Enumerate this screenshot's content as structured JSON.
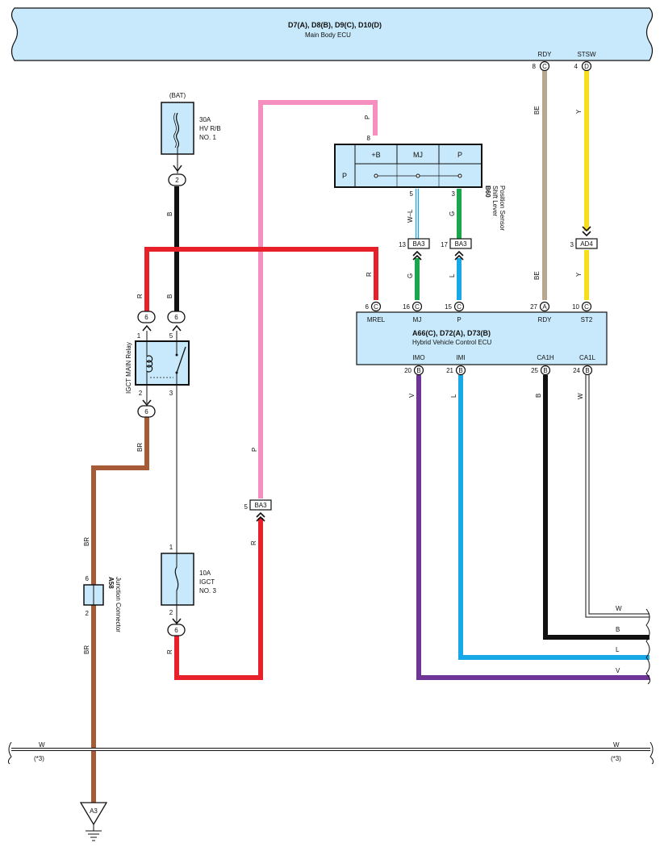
{
  "main_ecu": {
    "codes": "D7(A), D8(B), D9(C), D10(D)",
    "name": "Main Body ECU"
  },
  "top_pins": [
    {
      "label": "RDY",
      "num": "8",
      "conn": "C"
    },
    {
      "label": "STSW",
      "num": "4",
      "conn": "D"
    }
  ],
  "bat": {
    "label": "(BAT)",
    "fuse_amp": "30A",
    "fuse_line2": "HV R/B",
    "fuse_line3": "NO. 1",
    "pin_bottom": "2"
  },
  "shift_sensor": {
    "code": "B60",
    "name_line1": "Shift Lever",
    "name_line2": "Position Sensor",
    "cols": [
      "+B",
      "MJ",
      "P"
    ],
    "row_label": "P",
    "pin_top": "8",
    "pin_mj": "5",
    "pin_p": "3"
  },
  "connectors": {
    "ba3_13": {
      "num": "13",
      "label": "BA3"
    },
    "ba3_17": {
      "num": "17",
      "label": "BA3"
    },
    "ad4_3": {
      "num": "3",
      "label": "AD4"
    },
    "ba3_5": {
      "num": "5",
      "label": "BA3"
    }
  },
  "hv_ecu": {
    "codes": "A66(C), D72(A), D73(B)",
    "name": "Hybrid Vehicle Control ECU",
    "top_pins": [
      {
        "label": "MREL",
        "num": "6",
        "conn": "C"
      },
      {
        "label": "MJ",
        "num": "16",
        "conn": "C"
      },
      {
        "label": "P",
        "num": "15",
        "conn": "C"
      },
      {
        "label": "RDY",
        "num": "27",
        "conn": "A"
      },
      {
        "label": "ST2",
        "num": "10",
        "conn": "C"
      }
    ],
    "bottom_pins": [
      {
        "label": "IMO",
        "num": "20",
        "conn": "B"
      },
      {
        "label": "IMI",
        "num": "21",
        "conn": "B"
      },
      {
        "label": "CA1H",
        "num": "25",
        "conn": "B"
      },
      {
        "label": "CA1L",
        "num": "24",
        "conn": "B"
      }
    ]
  },
  "relay": {
    "name": "IGCT MAIN Relay",
    "top_conn_left": "6",
    "top_conn_right": "6",
    "pin1": "1",
    "pin5": "5",
    "pin2": "2",
    "pin3": "3",
    "bottom_conn": "6"
  },
  "fuse_igct": {
    "amp": "10A",
    "line2": "IGCT",
    "line3": "NO. 3",
    "pin_top": "1",
    "pin_bottom": "2",
    "conn_bottom": "6"
  },
  "junction": {
    "code": "A58",
    "name": "Junction Connector",
    "pin_top": "6",
    "pin_bottom": "2"
  },
  "ground": {
    "label": "A3"
  },
  "bus": {
    "wire": "W",
    "ref": "(*3)"
  },
  "wire_labels": {
    "p_top": "P",
    "p_mid": "P",
    "be_top": "BE",
    "be_bottom": "BE",
    "y_top": "Y",
    "y_bottom": "Y",
    "b_bat": "B",
    "r_relay": "R",
    "b_relay": "B",
    "r_mrel": "R",
    "wl": "W–L",
    "g_top": "G",
    "g_bottom": "G",
    "l_bottom": "L",
    "br_top": "BR",
    "br_mid": "BR",
    "br_bottom": "BR",
    "r_fuse": "R",
    "r_ba3": "R",
    "v_imo": "V",
    "l_imi": "L",
    "b_ca1h": "B",
    "w_ca1l": "W",
    "w_right": "W",
    "b_right": "B",
    "l_right": "L",
    "v_right": "V"
  },
  "colors": {
    "pink": "#f48fbf",
    "tan": "#b8a890",
    "yellow": "#f5df1b",
    "black": "#111111",
    "red": "#e8202a",
    "green": "#1aa64a",
    "blue": "#18a8e8",
    "brown": "#a65a36",
    "purple": "#6e3596",
    "box_fill": "#c8e9fb"
  }
}
